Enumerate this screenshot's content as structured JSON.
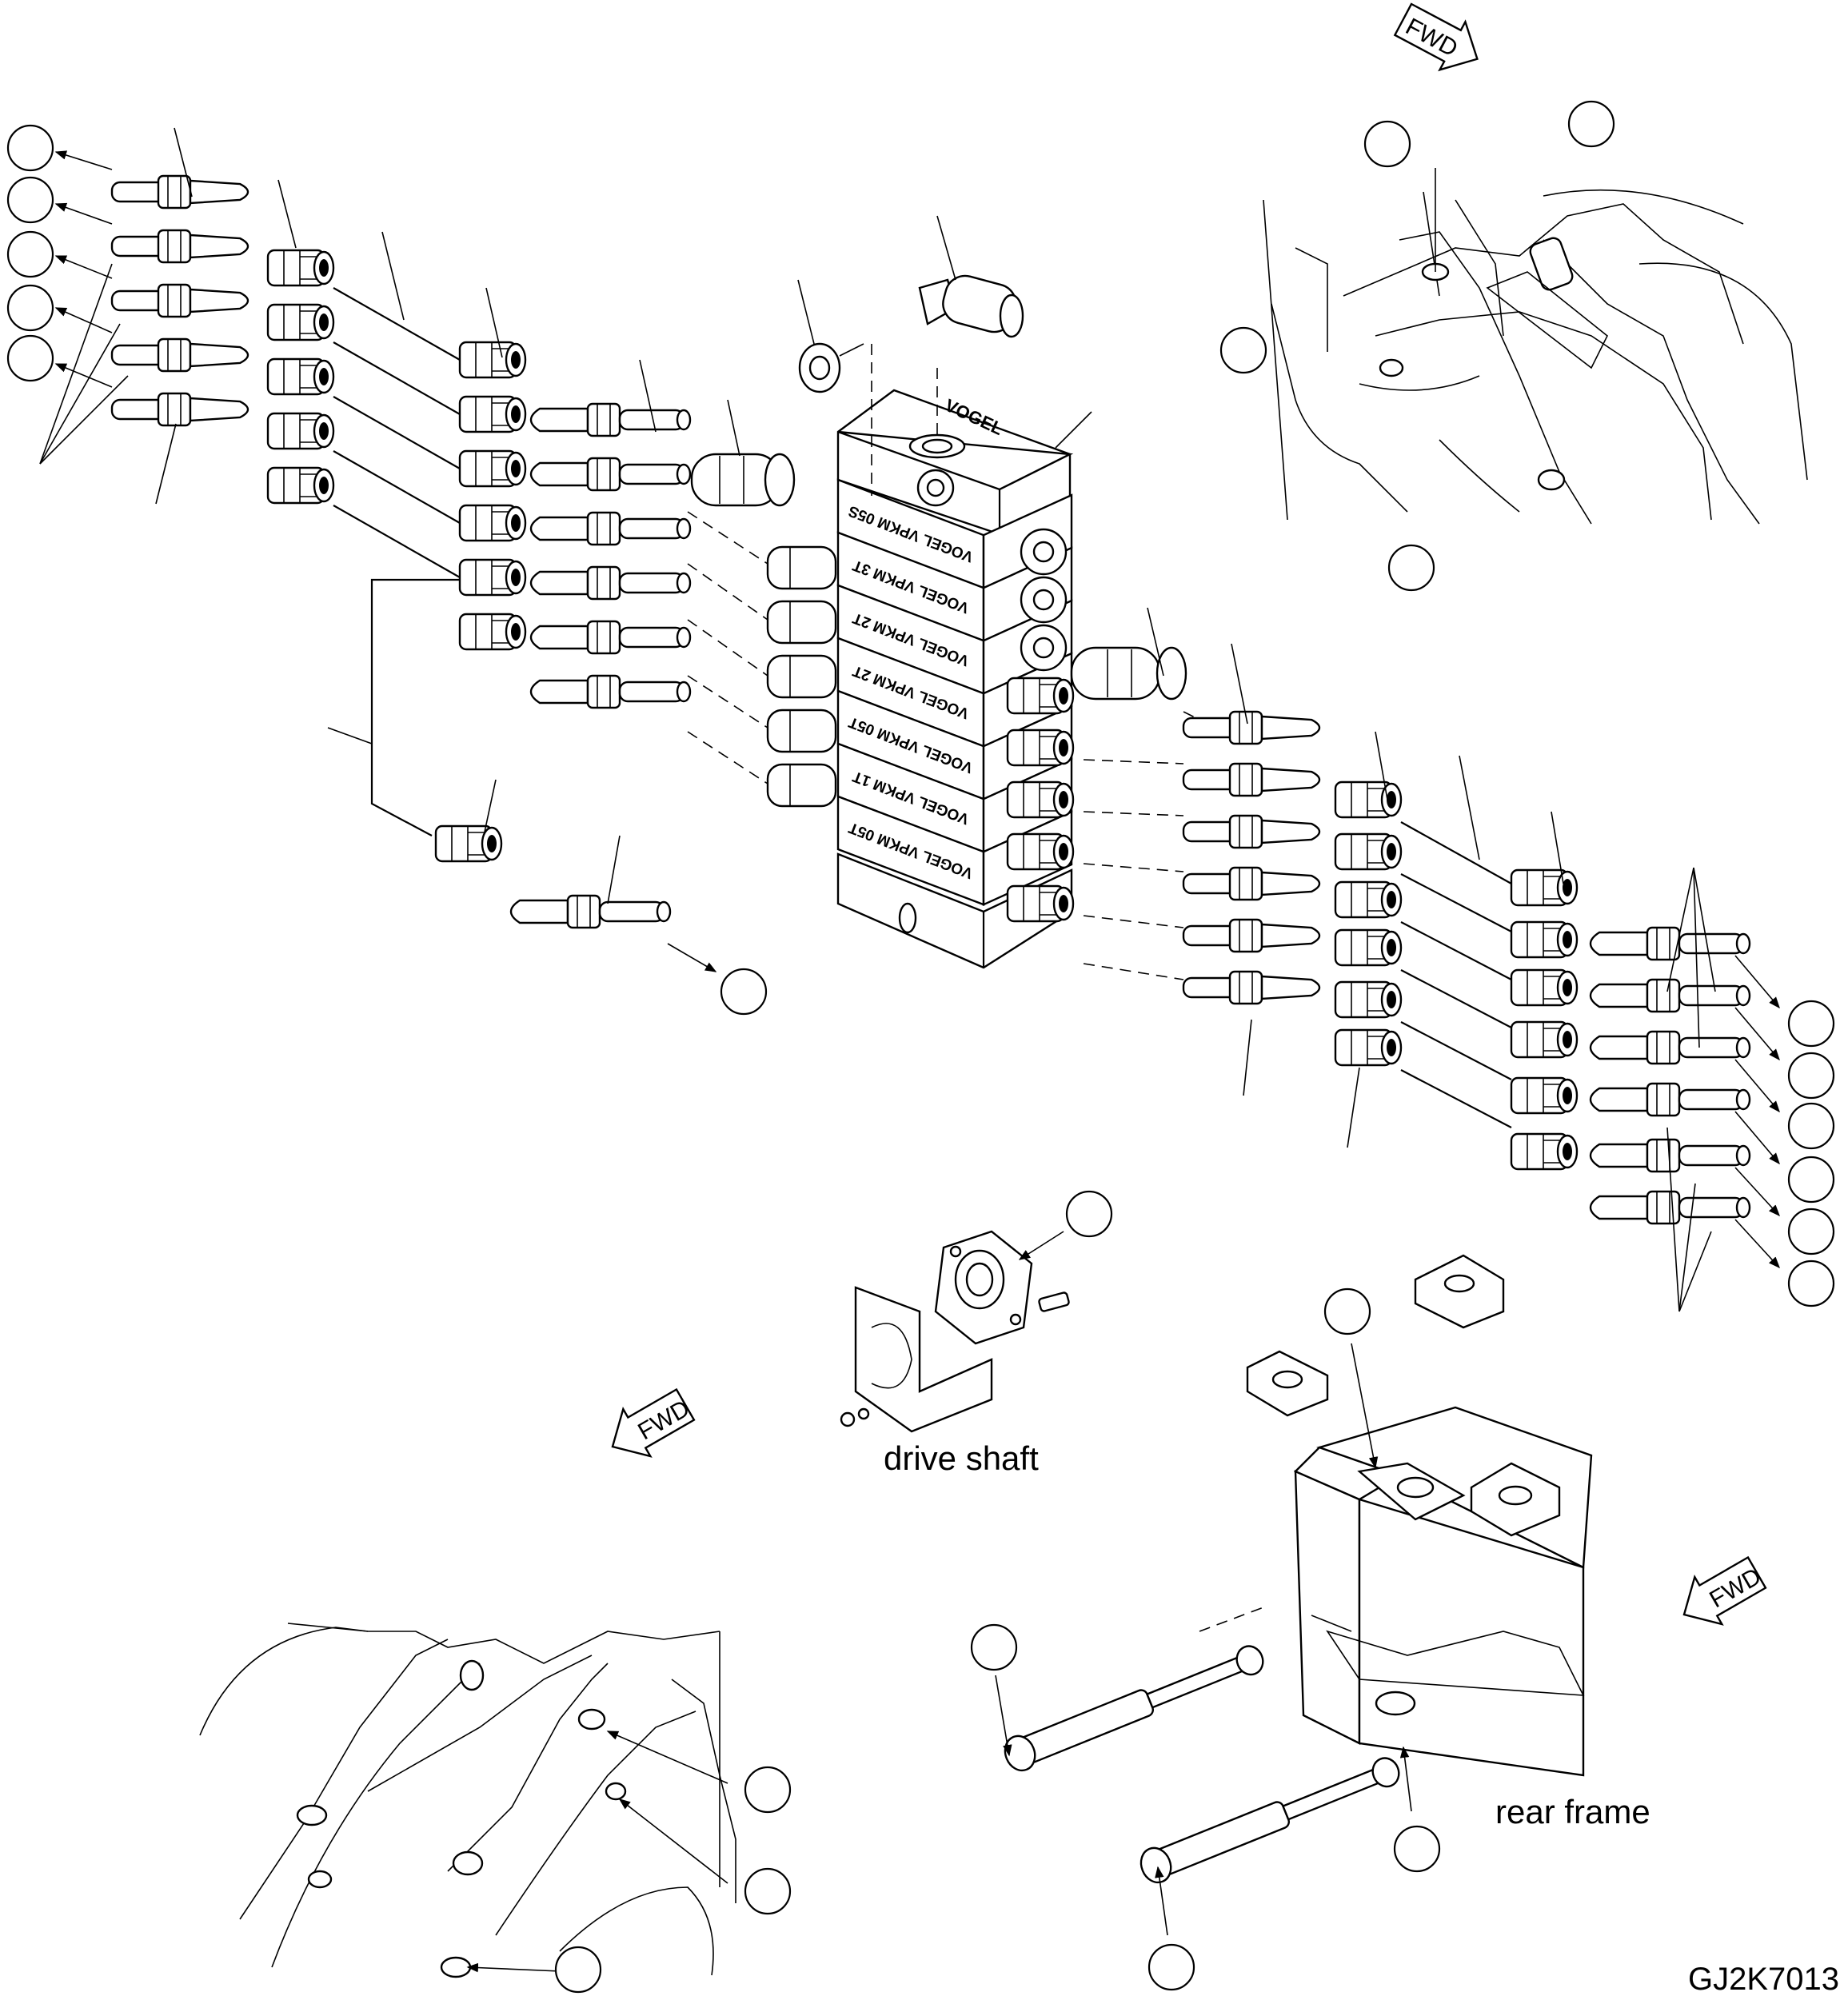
{
  "labels": {
    "drive_shaft": "drive shaft",
    "rear_frame": "rear frame",
    "drawing_code": "GJ2K7013",
    "fwd": "FWD"
  },
  "block_plates": [
    "VOGEL VPKM 05S",
    "VOGEL VPKM 3T",
    "VOGEL VPKM 2T",
    "VOGEL VPKM 2T",
    "VOGEL VPKM 05T",
    "VOGEL VPKM 1T",
    "VOGEL VPKM 05T"
  ],
  "block_top_logo": "VOGEL"
}
